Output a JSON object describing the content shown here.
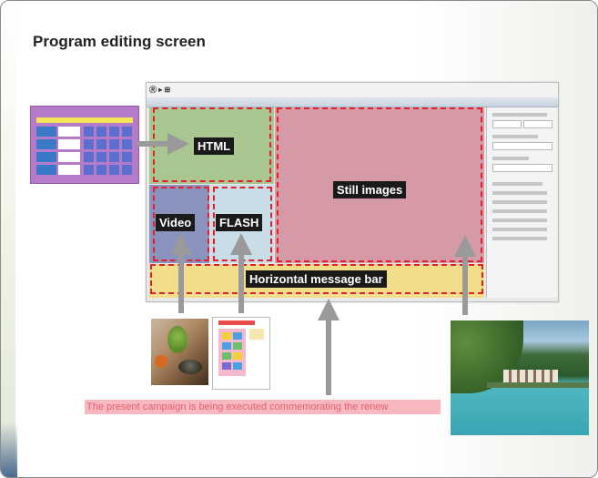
{
  "title": "Program editing screen",
  "app_window": {
    "title": "Ⓡ ▸ ⊞",
    "regions": [
      "HTML",
      "Video",
      "FLASH",
      "Still images",
      "Horizontal message bar"
    ]
  },
  "labels": {
    "html": "HTML",
    "video": "Video",
    "flash": "FLASH",
    "still": "Still images",
    "bar": "Horizontal message bar"
  },
  "message_bar_text": "The present campaign is being executed commemorating the renew",
  "colors": {
    "html_region": "#a9c690",
    "video_region": "#8a93bd",
    "flash_region": "#c9dde6",
    "still_region": "#d59aa6",
    "bar_region": "#f1dd8a",
    "dashed_outline": "#e01f2f",
    "arrow": "#9a9a9a",
    "label_bg": "#1a1a1a"
  }
}
